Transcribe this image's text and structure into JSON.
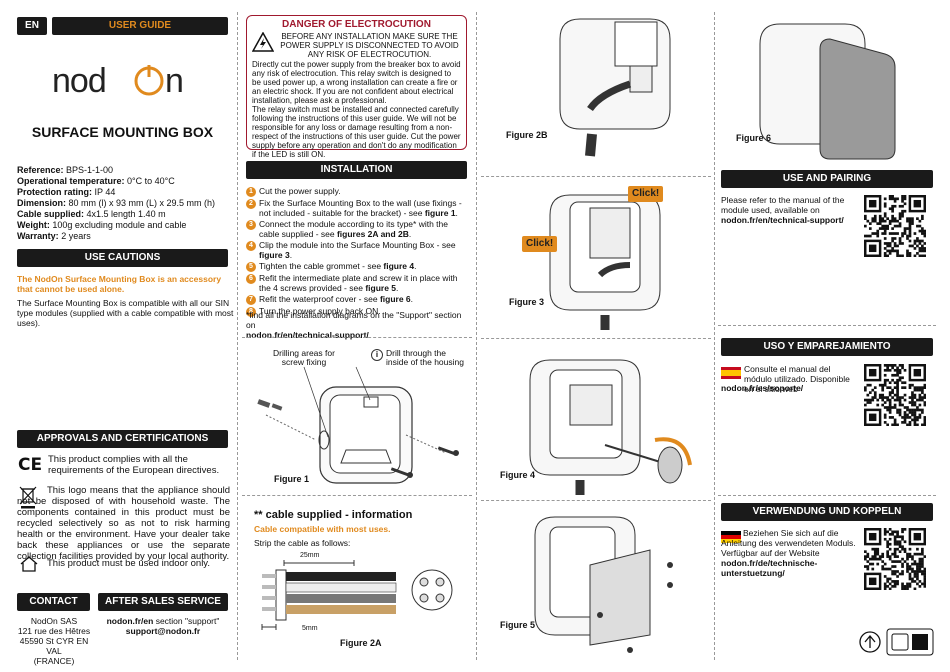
{
  "header": {
    "lang": "EN",
    "guide": "USER GUIDE"
  },
  "logo": "NODON",
  "title": "SURFACE MOUNTING BOX",
  "specs": [
    {
      "label": "Reference:",
      "value": " BPS-1-1-00"
    },
    {
      "label": "Operational temperature:",
      "value": " 0°C to 40°C"
    },
    {
      "label": "Protection rating:",
      "value": " IP 44"
    },
    {
      "label": "Dimension:",
      "value": " 80 mm (l) x 93 mm (L) x 29.5 mm (h)"
    },
    {
      "label": "Cable supplied:",
      "value": " 4x1.5 length 1.40 m"
    },
    {
      "label": "Weight:",
      "value": " 100g excluding module and cable"
    },
    {
      "label": "Warranty:",
      "value": " 2 years"
    }
  ],
  "cautions": {
    "heading": "USE CAUTIONS",
    "highlight": "The NodOn Surface Mounting Box is an accessory that cannot be used alone.",
    "text": "The Surface Mounting Box is compatible with all our SIN type modules (supplied with a cable compatible with most uses)."
  },
  "approvals": {
    "heading": "APPROVALS AND CERTIFICATIONS",
    "ce": "This product complies with all the requirements of the European directives.",
    "weee": "This logo means that the appliance should not be disposed of with household waste. The components contained in this product must be recycled selectively so as not to risk harming health or the environment. Have your dealer take back these appliances or use the separate collection facilities provided by your local authority.",
    "indoor": "This product must be used indoor only."
  },
  "contact": {
    "heading": "CONTACT",
    "lines": [
      "NodOn SAS",
      "121 rue des Hêtres",
      "45590 St CYR EN VAL",
      "(FRANCE)"
    ]
  },
  "after_sales": {
    "heading": "AFTER SALES SERVICE",
    "line1_bold": "nodon.fr/en",
    "line1_rest": " section \"support\"",
    "line2": "support@nodon.fr"
  },
  "danger": {
    "heading": "DANGER OF ELECTROCUTION",
    "lead": "BEFORE ANY INSTALLATION MAKE SURE THE POWER SUPPLY IS DISCONNECTED TO AVOID ANY RISK OF ELECTROCUTION.",
    "body1": "Directly cut the power supply from the breaker box to avoid any risk of electrocution. This relay switch is designed to be used power up, a wrong installation can create a fire or an electric shock. If you are not confident about electrical installation, please ask a professional.",
    "body2": "The relay switch must be installed and connected carefully following the instructions of this user guide. We will not be responsible for any loss or damage resulting from a non-respect of the instructions of this user guide. Cut the power supply before any operation and don't do any modification if the LED is still ON."
  },
  "installation": {
    "heading": "INSTALLATION",
    "steps": [
      {
        "n": "1",
        "text": "Cut the power supply."
      },
      {
        "n": "2",
        "text": "Fix the Surface Mounting Box to the wall (use fixings - not included - suitable for the bracket) - see ",
        "bold": "figure 1",
        "end": "."
      },
      {
        "n": "3",
        "text": "Connect the module according to its type* with the cable supplied - see ",
        "bold": "figures 2A and 2B",
        "end": "."
      },
      {
        "n": "4",
        "text": "Clip the module into the Surface Mounting Box - see ",
        "bold": "figure 3",
        "end": "."
      },
      {
        "n": "5",
        "text": "Tighten the cable grommet - see ",
        "bold": "figure 4",
        "end": "."
      },
      {
        "n": "6",
        "text": "Refit the intermediate plate and screw it in place with the 4 screws provided - see ",
        "bold": "figure 5",
        "end": "."
      },
      {
        "n": "7",
        "text": "Refit the waterproof cover - see ",
        "bold": "figure 6",
        "end": "."
      },
      {
        "n": "8",
        "text": "Turn the power supply back ON.",
        "bold": "",
        "end": ""
      }
    ],
    "note": "*find all the installation diagrams on the \"Support\" section on",
    "note_link": "nodon.fr/en/technical-support/"
  },
  "figure1": {
    "label": "Figure 1",
    "callout1": "Drilling areas for screw fixing",
    "callout2": "Drill through the inside of the housing"
  },
  "cable": {
    "heading": "** cable supplied - information",
    "sub": "Cable compatible with most uses.",
    "strip": "Strip the cable as follows:",
    "dim1": "25mm",
    "dim2": "5mm",
    "label": "Figure 2A"
  },
  "figures": {
    "f2b": "Figure 2B",
    "f3": "Figure 3",
    "f4": "Figure 4",
    "f5": "Figure 5",
    "f6": "Figure 6",
    "click": "Click!"
  },
  "use_en": {
    "heading": "USE AND PAIRING",
    "text": "Please refer to the manual of the module used, available on ",
    "link": "nodon.fr/en/technical-support/"
  },
  "use_es": {
    "heading": "USO Y EMPAREJAMIENTO",
    "text": "Consulte el manual del módulo utilizado. Disponible en el sitio web",
    "link": "nodon.fr/es/soporte/"
  },
  "use_de": {
    "heading": "VERWENDUNG UND KOPPELN",
    "text": "Beziehen Sie sich auf die Anleitung des verwendeten Moduls. Verfügbar auf der Website ",
    "link": "nodon.fr/de/technische-unterstuetzung/"
  },
  "colors": {
    "accent": "#e08a1e",
    "dark": "#1a1a1a",
    "danger": "#a0192e"
  }
}
